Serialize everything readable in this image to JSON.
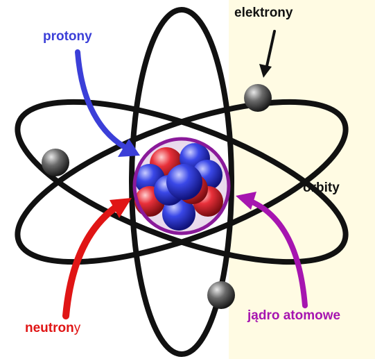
{
  "labels": {
    "electrons": "elektrony",
    "protons": "protony",
    "orbits": "orbity",
    "neutrons_main": "neutron",
    "neutrons_suffix": "y",
    "nucleus": "jądro atomowe"
  },
  "colors": {
    "background": "#ffffff",
    "panel": "#fffbe3",
    "orbit": "#111111",
    "electron": "#555555",
    "proton": "#2f3fe0",
    "neutron": "#e0303a",
    "nucleus_ring": "#8a1a9a",
    "arrow_protons": "#3b3fd8",
    "arrow_neutrons": "#e01515",
    "arrow_nucleus": "#a615b0",
    "arrow_electrons": "#111111"
  },
  "icons": {
    "electron": "grey-sphere",
    "proton": "blue-sphere",
    "neutron": "red-sphere"
  }
}
